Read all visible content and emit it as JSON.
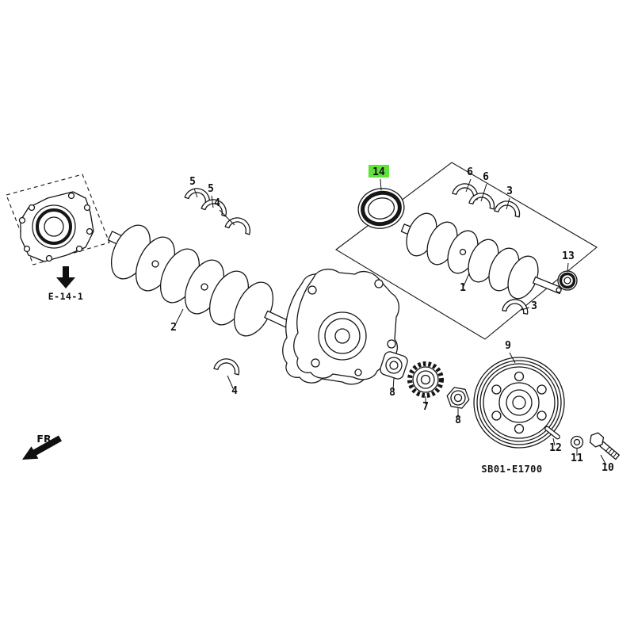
{
  "diagram": {
    "code": "SB01-E1700",
    "reference_label": "E-14-1",
    "direction_label": "FR.",
    "highlight_color": "#5fe23a"
  },
  "callouts": [
    {
      "part": "5"
    },
    {
      "part": "5"
    },
    {
      "part": "4"
    },
    {
      "part": "14"
    },
    {
      "part": "6"
    },
    {
      "part": "6"
    },
    {
      "part": "3"
    },
    {
      "part": "13"
    },
    {
      "part": "1"
    },
    {
      "part": "3"
    },
    {
      "part": "2"
    },
    {
      "part": "9"
    },
    {
      "part": "4"
    },
    {
      "part": "8"
    },
    {
      "part": "7"
    },
    {
      "part": "8"
    },
    {
      "part": "12"
    },
    {
      "part": "11"
    },
    {
      "part": "10"
    }
  ]
}
